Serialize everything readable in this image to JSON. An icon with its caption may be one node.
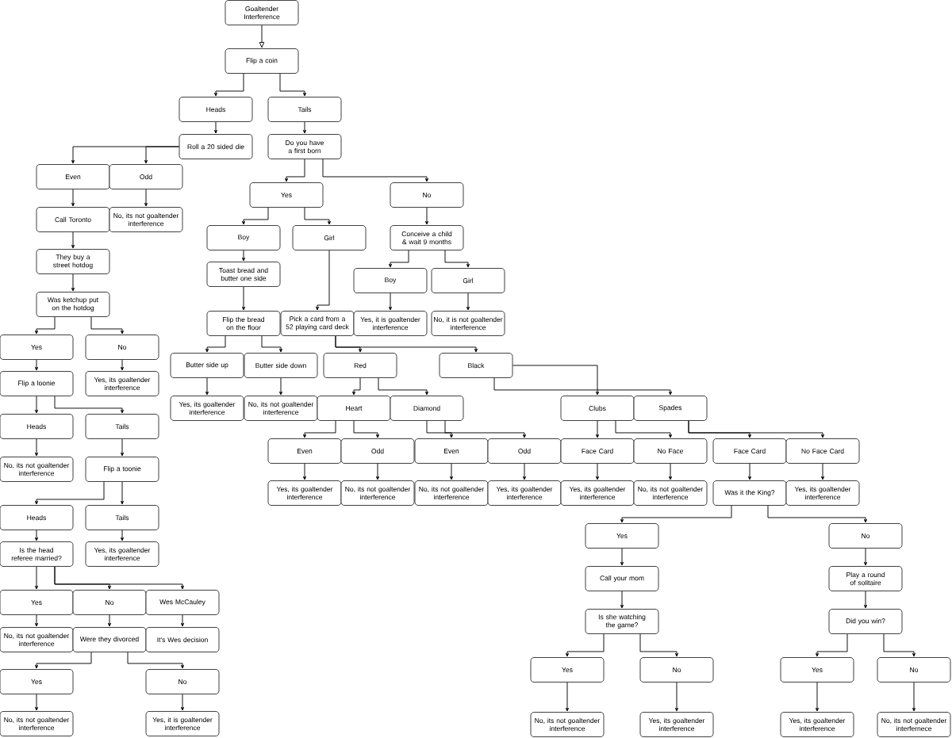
{
  "diagram": {
    "nodes": [
      {
        "text": [
          "Goaltender Interference"
        ]
      },
      {
        "text": [
          "Flip a coin"
        ]
      },
      {
        "text": [
          "Heads"
        ]
      },
      {
        "text": [
          "Tails"
        ]
      },
      {
        "text": [
          "Roll a 20 sided die"
        ]
      },
      {
        "text": [
          "Do you have a first born"
        ]
      },
      {
        "text": [
          "Even"
        ]
      },
      {
        "text": [
          "Odd"
        ]
      },
      {
        "text": [
          "Call Toronto"
        ]
      },
      {
        "text": [
          "No, its not goaltender interference"
        ]
      },
      {
        "text": [
          "They buy a street hotdog"
        ]
      },
      {
        "text": [
          "Was ketchup put on the hotdog"
        ]
      },
      {
        "text": [
          "Yes"
        ]
      },
      {
        "text": [
          "No"
        ]
      },
      {
        "text": [
          "Flip a loonie"
        ]
      },
      {
        "text": [
          "Yes, its goaltender interference"
        ]
      },
      {
        "text": [
          "Heads"
        ]
      },
      {
        "text": [
          "Tails"
        ]
      },
      {
        "text": [
          "No, its not goaltender interference"
        ]
      },
      {
        "text": [
          "Flip a toonie"
        ]
      },
      {
        "text": [
          "Heads"
        ]
      },
      {
        "text": [
          "Tails"
        ]
      },
      {
        "text": [
          "Is the head referee married?"
        ]
      },
      {
        "text": [
          "Yes, its goaltender interference"
        ]
      },
      {
        "text": [
          "Yes"
        ]
      },
      {
        "text": [
          "No"
        ]
      },
      {
        "text": [
          "Wes McCauley"
        ]
      },
      {
        "text": [
          "No, its not goaltender interference"
        ]
      },
      {
        "text": [
          "Were they divorced"
        ]
      },
      {
        "text": [
          "It's Wes decision"
        ]
      },
      {
        "text": [
          "Yes"
        ]
      },
      {
        "text": [
          "No"
        ]
      },
      {
        "text": [
          "No, its not goaltender interference"
        ]
      },
      {
        "text": [
          "Yes, it is goaltender interference"
        ]
      },
      {
        "text": [
          "Yes"
        ]
      },
      {
        "text": [
          "No"
        ]
      },
      {
        "text": [
          "Boy"
        ]
      },
      {
        "text": [
          "Girl"
        ]
      },
      {
        "text": [
          "Conceive a child & wait 9 months"
        ]
      },
      {
        "text": [
          "Toast bread and butter one side"
        ]
      },
      {
        "text": [
          "Boy"
        ]
      },
      {
        "text": [
          "Girl"
        ]
      },
      {
        "text": [
          "Flip the bread on the floor"
        ]
      },
      {
        "text": [
          "Pick a card from a 52 playing card deck"
        ]
      },
      {
        "text": [
          "Yes, it is goaltender interference"
        ]
      },
      {
        "text": [
          "No, it is not goaltender interference"
        ]
      },
      {
        "text": [
          "Butter side up"
        ]
      },
      {
        "text": [
          "Butter side down"
        ]
      },
      {
        "text": [
          "Red"
        ]
      },
      {
        "text": [
          "Black"
        ]
      },
      {
        "text": [
          "Yes, its goaltender interference"
        ]
      },
      {
        "text": [
          "No, its not goaltender interference"
        ]
      },
      {
        "text": [
          "Heart"
        ]
      },
      {
        "text": [
          "Diamond"
        ]
      },
      {
        "text": [
          "Clubs"
        ]
      },
      {
        "text": [
          "Spades"
        ]
      },
      {
        "text": [
          "Even"
        ]
      },
      {
        "text": [
          "Odd"
        ]
      },
      {
        "text": [
          "Even"
        ]
      },
      {
        "text": [
          "Odd"
        ]
      },
      {
        "text": [
          "Face Card"
        ]
      },
      {
        "text": [
          "No Face"
        ]
      },
      {
        "text": [
          "Face Card"
        ]
      },
      {
        "text": [
          "No Face Card"
        ]
      },
      {
        "text": [
          "Yes, its goaltender interference"
        ]
      },
      {
        "text": [
          "No, its not goaltender interference"
        ]
      },
      {
        "text": [
          "No, its not goaltender interference"
        ]
      },
      {
        "text": [
          "Yes, its goaltender interference"
        ]
      },
      {
        "text": [
          "Yes, its goaltender interference"
        ]
      },
      {
        "text": [
          "No, its not goaltender interference"
        ]
      },
      {
        "text": [
          "Was it the King?"
        ]
      },
      {
        "text": [
          "Yes, its goaltender interference"
        ]
      },
      {
        "text": [
          "Yes"
        ]
      },
      {
        "text": [
          "No"
        ]
      },
      {
        "text": [
          "Call your mom"
        ]
      },
      {
        "text": [
          "Play a round of solitaire"
        ]
      },
      {
        "text": [
          "Is she watching the game?"
        ]
      },
      {
        "text": [
          "Did you win?"
        ]
      },
      {
        "text": [
          "Yes"
        ]
      },
      {
        "text": [
          "No"
        ]
      },
      {
        "text": [
          "Yes"
        ]
      },
      {
        "text": [
          "No"
        ]
      },
      {
        "text": [
          "No, its not goaltender interference"
        ]
      },
      {
        "text": [
          "Yes, its goaltender interference"
        ]
      },
      {
        "text": [
          "Yes, its goaltender interference"
        ]
      },
      {
        "text": [
          "No, its not goaltender interfernece"
        ]
      }
    ],
    "edges": [
      {
        "from": 0,
        "to": 1,
        "arrow": "to"
      },
      {
        "from": 1,
        "to": 2,
        "arrow": "to"
      },
      {
        "from": 1,
        "to": 3,
        "arrow": "to"
      },
      {
        "from": 2,
        "to": 4,
        "arrow": "to"
      },
      {
        "from": 3,
        "to": 5,
        "arrow": "to"
      },
      {
        "from": 4,
        "to": 6,
        "arrow": "to"
      },
      {
        "from": 4,
        "to": 7,
        "arrow": "to"
      },
      {
        "from": 6,
        "to": 8,
        "arrow": "to"
      },
      {
        "from": 7,
        "to": 9,
        "arrow": "to"
      },
      {
        "from": 8,
        "to": 10,
        "arrow": "to"
      },
      {
        "from": 10,
        "to": 11,
        "arrow": "to"
      },
      {
        "from": 11,
        "to": 12,
        "arrow": "to"
      },
      {
        "from": 11,
        "to": 13,
        "arrow": "to"
      },
      {
        "from": 12,
        "to": 14,
        "arrow": "to"
      },
      {
        "from": 13,
        "to": 15,
        "arrow": "to"
      },
      {
        "from": 14,
        "to": 16,
        "arrow": "to"
      },
      {
        "from": 14,
        "to": 17,
        "arrow": "to"
      },
      {
        "from": 16,
        "to": 18,
        "arrow": "to"
      },
      {
        "from": 17,
        "to": 19,
        "arrow": "to"
      },
      {
        "from": 19,
        "to": 20,
        "arrow": "to"
      },
      {
        "from": 19,
        "to": 21,
        "arrow": "to"
      },
      {
        "from": 20,
        "to": 22,
        "arrow": "to"
      },
      {
        "from": 21,
        "to": 23,
        "arrow": "to"
      },
      {
        "from": 22,
        "to": 24,
        "arrow": "to"
      },
      {
        "from": 22,
        "to": 25,
        "arrow": "to"
      },
      {
        "from": 22,
        "to": 26,
        "arrow": "to"
      },
      {
        "from": 24,
        "to": 27,
        "arrow": "to"
      },
      {
        "from": 25,
        "to": 28,
        "arrow": "to"
      },
      {
        "from": 26,
        "to": 29,
        "arrow": "to"
      },
      {
        "from": 28,
        "to": 30,
        "arrow": "to"
      },
      {
        "from": 28,
        "to": 31,
        "arrow": "to"
      },
      {
        "from": 30,
        "to": 32,
        "arrow": "to"
      },
      {
        "from": 31,
        "to": 33,
        "arrow": "to"
      },
      {
        "from": 5,
        "to": 34,
        "arrow": "to"
      },
      {
        "from": 5,
        "to": 35,
        "arrow": "to"
      },
      {
        "from": 34,
        "to": 36,
        "arrow": "to"
      },
      {
        "from": 34,
        "to": 37,
        "arrow": "to"
      },
      {
        "from": 35,
        "to": 38,
        "arrow": "to"
      },
      {
        "from": 36,
        "to": 39,
        "arrow": "to"
      },
      {
        "from": 37,
        "to": 43,
        "arrow": "to"
      },
      {
        "from": 38,
        "to": 40,
        "arrow": "to"
      },
      {
        "from": 38,
        "to": 41,
        "arrow": "to"
      },
      {
        "from": 39,
        "to": 42,
        "arrow": "to"
      },
      {
        "from": 40,
        "to": 44,
        "arrow": "to"
      },
      {
        "from": 41,
        "to": 45,
        "arrow": "to"
      },
      {
        "from": 42,
        "to": 46,
        "arrow": "to"
      },
      {
        "from": 42,
        "to": 47,
        "arrow": "to"
      },
      {
        "from": 43,
        "to": 48,
        "arrow": "to"
      },
      {
        "from": 43,
        "to": 49,
        "arrow": "to"
      },
      {
        "from": 46,
        "to": 50,
        "arrow": "to"
      },
      {
        "from": 47,
        "to": 51,
        "arrow": "to"
      },
      {
        "from": 48,
        "to": 52,
        "arrow": "to"
      },
      {
        "from": 48,
        "to": 53,
        "arrow": "to"
      },
      {
        "from": 49,
        "to": 54,
        "arrow": "to"
      },
      {
        "from": 49,
        "to": 55,
        "arrow": "to"
      },
      {
        "from": 52,
        "to": 56,
        "arrow": "to"
      },
      {
        "from": 52,
        "to": 57,
        "arrow": "to"
      },
      {
        "from": 53,
        "to": 58,
        "arrow": "to"
      },
      {
        "from": 53,
        "to": 59,
        "arrow": "to"
      },
      {
        "from": 54,
        "to": 60,
        "arrow": "to"
      },
      {
        "from": 54,
        "to": 61,
        "arrow": "to"
      },
      {
        "from": 55,
        "to": 62,
        "arrow": "to"
      },
      {
        "from": 55,
        "to": 63,
        "arrow": "to"
      },
      {
        "from": 56,
        "to": 64,
        "arrow": "to"
      },
      {
        "from": 57,
        "to": 65,
        "arrow": "to"
      },
      {
        "from": 58,
        "to": 66,
        "arrow": "to"
      },
      {
        "from": 59,
        "to": 67,
        "arrow": "to"
      },
      {
        "from": 60,
        "to": 68,
        "arrow": "to"
      },
      {
        "from": 61,
        "to": 69,
        "arrow": "to"
      },
      {
        "from": 62,
        "to": 70,
        "arrow": "to"
      },
      {
        "from": 63,
        "to": 71,
        "arrow": "to"
      },
      {
        "from": 70,
        "to": 72,
        "arrow": "to"
      },
      {
        "from": 70,
        "to": 73,
        "arrow": "to"
      },
      {
        "from": 72,
        "to": 74,
        "arrow": "to"
      },
      {
        "from": 73,
        "to": 75,
        "arrow": "to"
      },
      {
        "from": 74,
        "to": 76,
        "arrow": "to"
      },
      {
        "from": 75,
        "to": 77,
        "arrow": "to"
      },
      {
        "from": 76,
        "to": 78,
        "arrow": "to"
      },
      {
        "from": 76,
        "to": 79,
        "arrow": "to"
      },
      {
        "from": 77,
        "to": 80,
        "arrow": "to"
      },
      {
        "from": 77,
        "to": 81,
        "arrow": "to"
      },
      {
        "from": 78,
        "to": 82,
        "arrow": "to"
      },
      {
        "from": 79,
        "to": 83,
        "arrow": "to"
      },
      {
        "from": 80,
        "to": 84,
        "arrow": "to"
      },
      {
        "from": 81,
        "to": 85,
        "arrow": "to"
      }
    ]
  }
}
